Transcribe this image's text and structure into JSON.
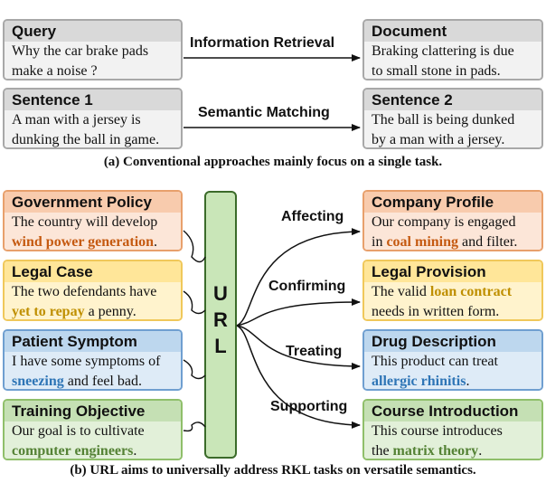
{
  "part_a": {
    "rows": [
      {
        "left": {
          "title": "Query",
          "lines": [
            [
              {
                "t": "Why the car brake pads"
              }
            ],
            [
              {
                "t": "make a noise ?"
              }
            ]
          ]
        },
        "relation": "Information Retrieval",
        "right": {
          "title": "Document",
          "lines": [
            [
              {
                "t": "Braking clattering is due"
              }
            ],
            [
              {
                "t": "to small stone in pads."
              }
            ]
          ]
        }
      },
      {
        "left": {
          "title": "Sentence 1",
          "lines": [
            [
              {
                "t": "A man with a jersey is"
              }
            ],
            [
              {
                "t": "dunking the ball in game."
              }
            ]
          ]
        },
        "relation": "Semantic Matching",
        "right": {
          "title": "Sentence 2",
          "lines": [
            [
              {
                "t": "The ball is being dunked"
              }
            ],
            [
              {
                "t": "by a man with a jersey."
              }
            ]
          ]
        }
      }
    ],
    "caption": "(a) Conventional approaches mainly focus on a single task."
  },
  "part_b": {
    "url_letters": [
      "U",
      "R",
      "L"
    ],
    "left_boxes": [
      {
        "color": "orange",
        "title": "Government Policy",
        "lines": [
          [
            {
              "t": "The country will develop"
            }
          ],
          [
            {
              "t": "wind power generation",
              "hl": true
            },
            {
              "t": "."
            }
          ]
        ]
      },
      {
        "color": "yellow",
        "title": "Legal Case",
        "lines": [
          [
            {
              "t": "The two defendants have"
            }
          ],
          [
            {
              "t": "yet to repay",
              "hl": true
            },
            {
              "t": " a penny."
            }
          ]
        ]
      },
      {
        "color": "blue",
        "title": "Patient Symptom",
        "lines": [
          [
            {
              "t": "I have some symptoms of"
            }
          ],
          [
            {
              "t": "sneezing",
              "hl": true
            },
            {
              "t": " and feel bad."
            }
          ]
        ]
      },
      {
        "color": "green",
        "title": "Training Objective",
        "lines": [
          [
            {
              "t": "Our goal is to cultivate"
            }
          ],
          [
            {
              "t": "computer engineers",
              "hl": true
            },
            {
              "t": "."
            }
          ]
        ]
      }
    ],
    "relations": [
      "Affecting",
      "Confirming",
      "Treating",
      "Supporting"
    ],
    "right_boxes": [
      {
        "color": "orange",
        "title": "Company Profile",
        "lines": [
          [
            {
              "t": "Our company is engaged"
            }
          ],
          [
            {
              "t": "in "
            },
            {
              "t": "coal mining",
              "hl": true
            },
            {
              "t": " and filter."
            }
          ]
        ]
      },
      {
        "color": "yellow",
        "title": "Legal Provision",
        "lines": [
          [
            {
              "t": "The valid "
            },
            {
              "t": "loan contract",
              "hl": true
            }
          ],
          [
            {
              "t": "needs in written form."
            }
          ]
        ]
      },
      {
        "color": "blue",
        "title": "Drug Description",
        "lines": [
          [
            {
              "t": "This product can treat"
            }
          ],
          [
            {
              "t": "allergic rhinitis",
              "hl": true
            },
            {
              "t": "."
            }
          ]
        ]
      },
      {
        "color": "green",
        "title": "Course Introduction",
        "lines": [
          [
            {
              "t": "This course introduces"
            }
          ],
          [
            {
              "t": "the "
            },
            {
              "t": "matrix theory",
              "hl": true
            },
            {
              "t": "."
            }
          ]
        ]
      }
    ],
    "caption": "(b) URL aims to universally address RKL tasks on versatile semantics."
  }
}
